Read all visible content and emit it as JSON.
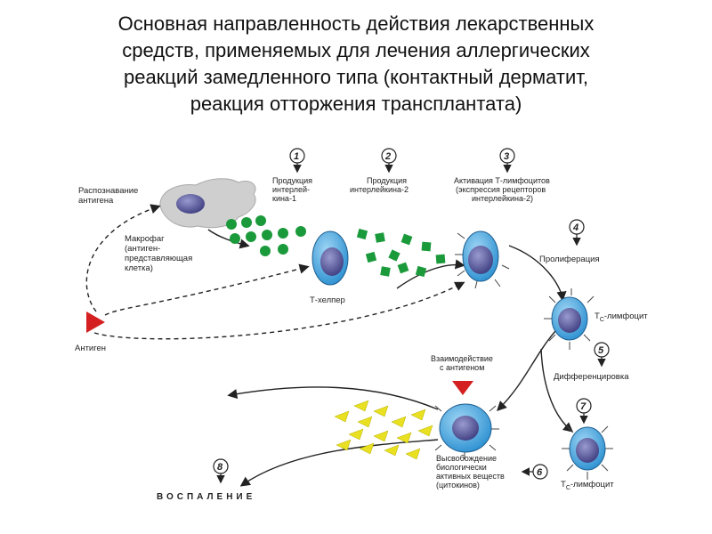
{
  "title": {
    "line1": "Основная направленность действия лекарственных",
    "line2": "средств, применяемых для лечения аллергических",
    "line3": "реакций замедленного типа (контактный дерматит,",
    "line4": "реакция отторжения трансплантата)"
  },
  "labels": {
    "recognition": [
      "Распознавание",
      "антигена"
    ],
    "macrophage": [
      "Макрофаг",
      "(антиген-",
      "представляющая",
      "клетка)"
    ],
    "antigen": "Антиген",
    "t_helper": "Т-хелпер",
    "il1": [
      "Продукция",
      "интерлей-",
      "кина-1"
    ],
    "il2": [
      "Продукция",
      "интерлейкина-2"
    ],
    "activation": [
      "Активация Т-лимфоцитов",
      "(экспрессия рецепторов",
      "интерлейкина-2)"
    ],
    "proliferation": "Пролиферация",
    "tc1_prefix": "T",
    "tc1_sub": "C",
    "tc1_suffix": "-лимфоцит",
    "differentiation": "Дифференцировка",
    "interaction": [
      "Взаимодействие",
      "с антигеном"
    ],
    "release": [
      "Высвобождение",
      "биологически",
      "активных веществ",
      "(цитокинов)"
    ],
    "tc2_prefix": "T",
    "tc2_sub": "C",
    "tc2_suffix": "-лимфоцит",
    "inflammation": "ВОСПАЛЕНИЕ"
  },
  "steps": [
    "1",
    "2",
    "3",
    "4",
    "5",
    "6",
    "7",
    "8"
  ],
  "colors": {
    "cell_fill": "#3a9fd8",
    "cell_border": "#1f5f8f",
    "nucleus": "#5a5aa0",
    "green_dots": "#1a9a3a",
    "antigen": "#d42020",
    "cytokines": "#e8e020",
    "macrophage": "#d0d0d0"
  }
}
